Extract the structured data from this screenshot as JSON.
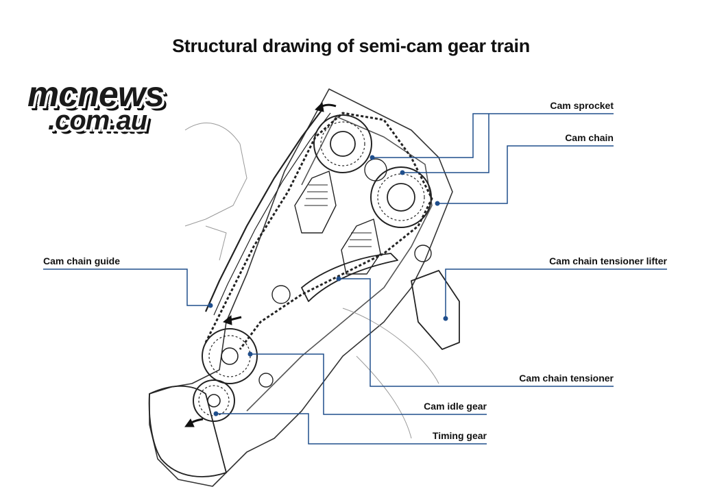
{
  "title": "Structural drawing of semi-cam gear train",
  "logo": {
    "line1": "mcnews",
    "line2": ".com.au"
  },
  "labels": {
    "cam_sprocket": "Cam sprocket",
    "cam_chain": "Cam chain",
    "cam_chain_guide": "Cam chain guide",
    "cam_chain_tensioner_lifter": "Cam chain tensioner lifter",
    "cam_chain_tensioner": "Cam chain tensioner",
    "cam_idle_gear": "Cam idle gear",
    "timing_gear": "Timing gear"
  },
  "colors": {
    "leader": "#1f4e8c",
    "line_art": "#222222"
  }
}
